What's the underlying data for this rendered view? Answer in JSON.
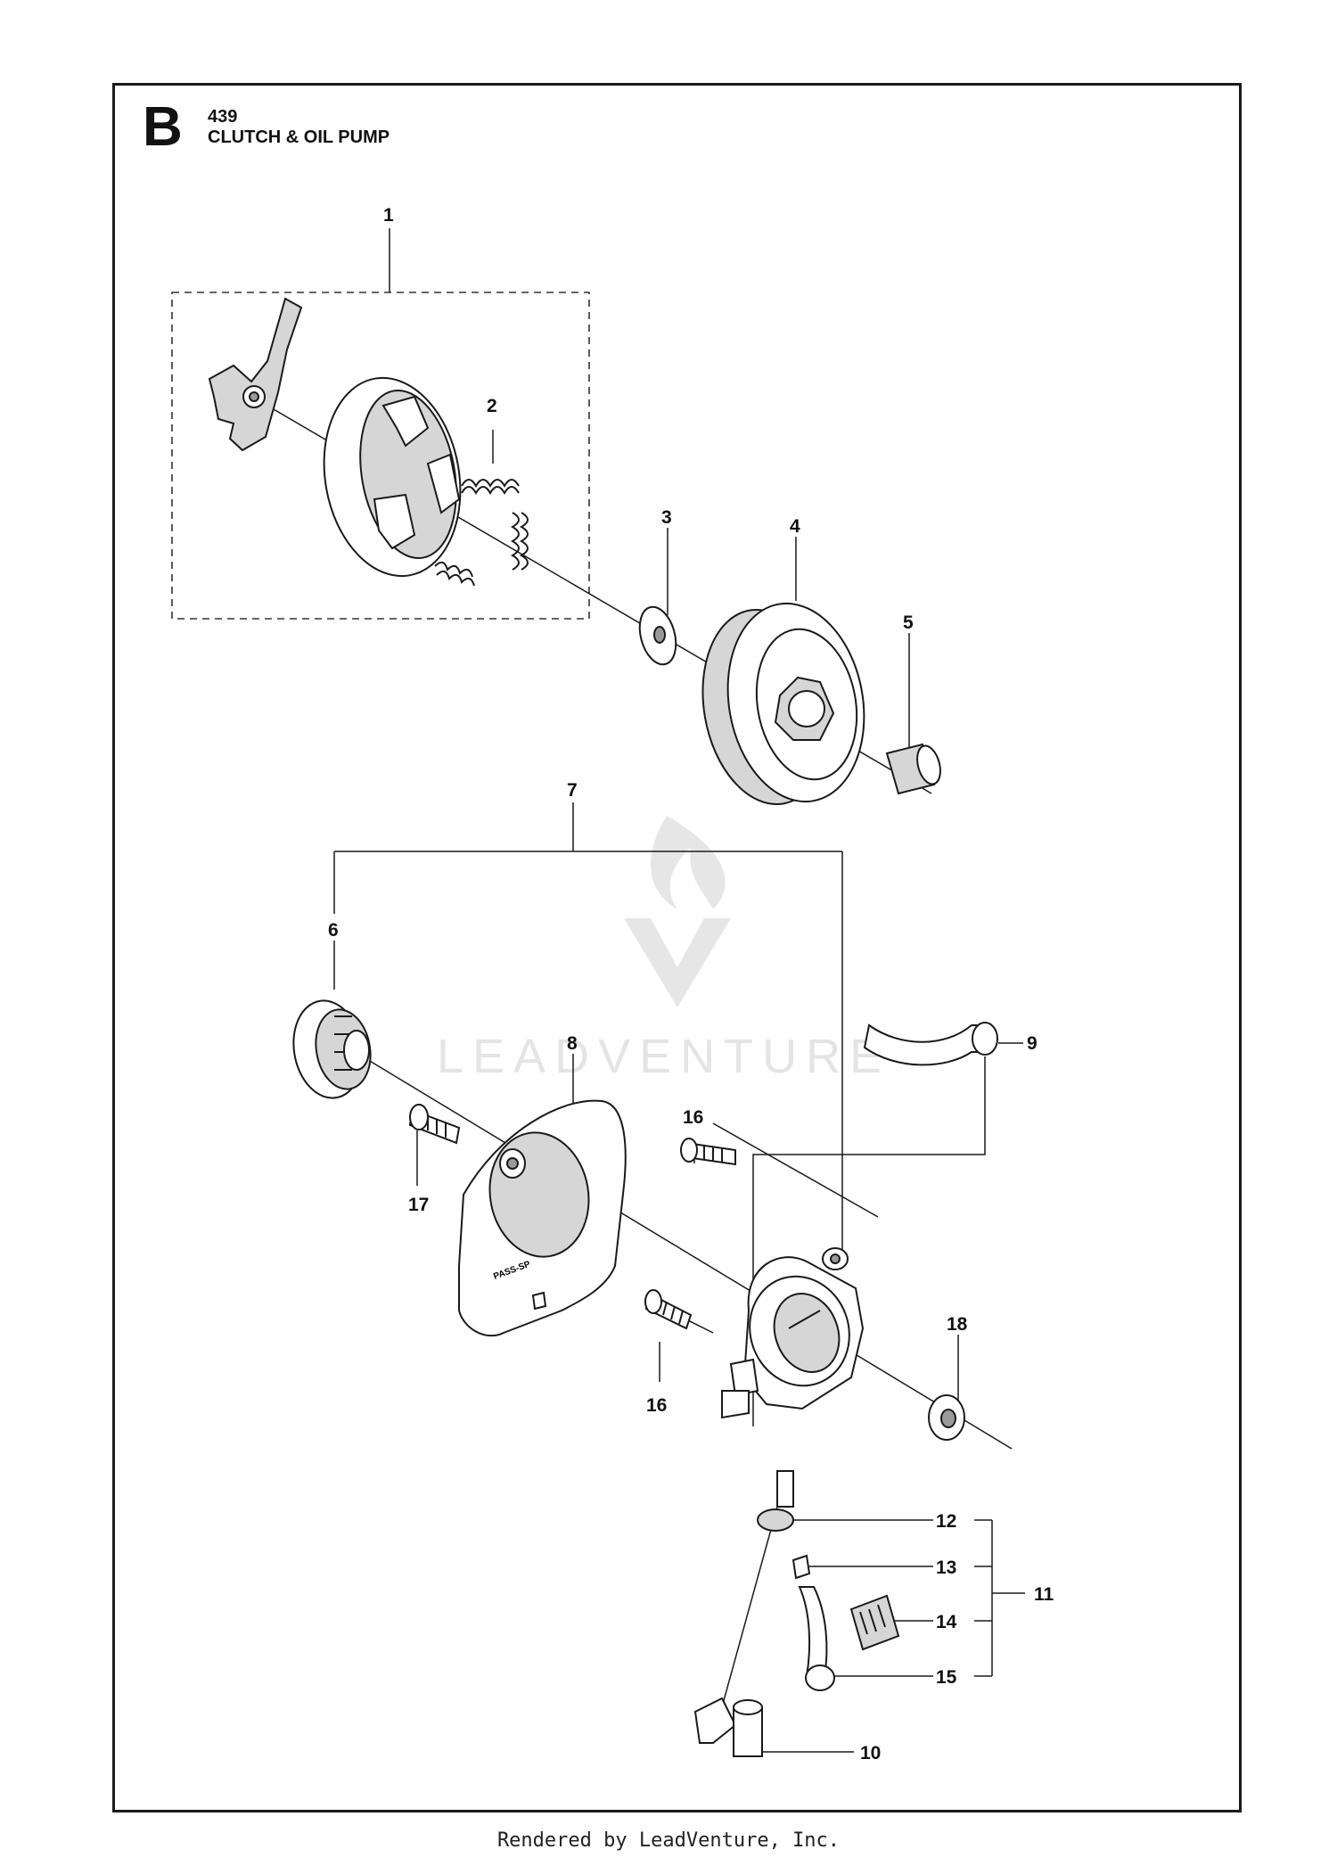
{
  "header": {
    "section_letter": "B",
    "model": "439",
    "title": "CLUTCH & OIL PUMP"
  },
  "watermark": {
    "text": "LEADVENTURE"
  },
  "callouts": [
    "1",
    "2",
    "3",
    "4",
    "5",
    "6",
    "7",
    "8",
    "9",
    "10",
    "11",
    "12",
    "13",
    "14",
    "15",
    "16",
    "16",
    "17",
    "18"
  ],
  "stamp_text": "PASS-SP",
  "footer": {
    "text": "Rendered by LeadVenture, Inc."
  }
}
